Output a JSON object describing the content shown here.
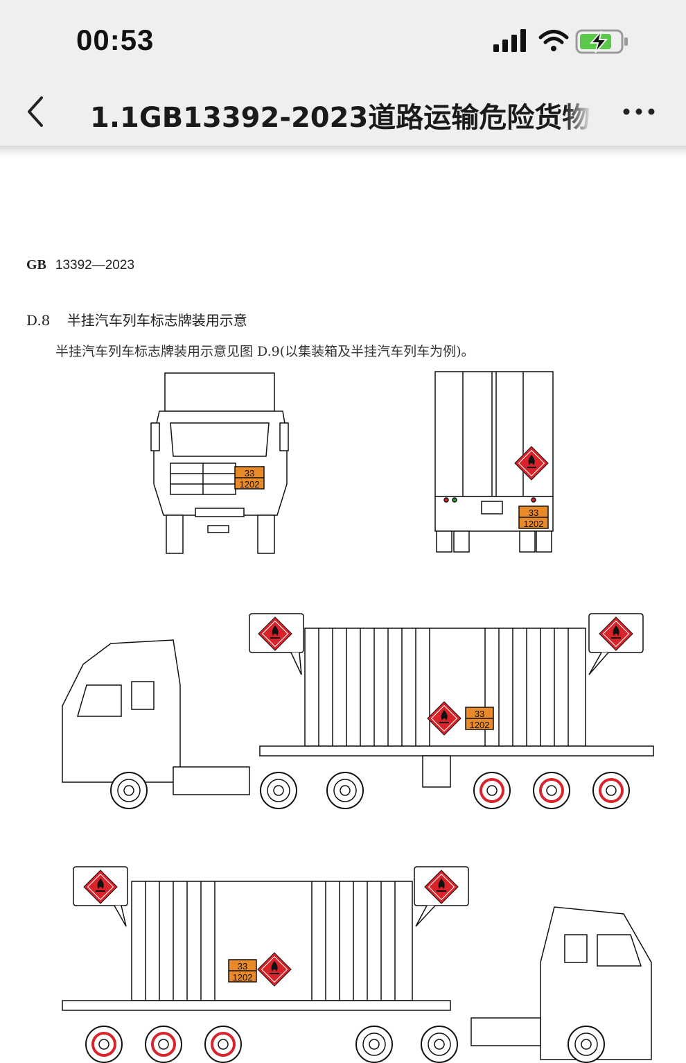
{
  "status_bar": {
    "time": "00:53",
    "battery_color": "#5ac849"
  },
  "nav": {
    "back_icon": "chevron-left-icon",
    "title": "1.1GB13392-2023道路运输危险货物",
    "more_icon": "more-horizontal-icon"
  },
  "document": {
    "header_code": "GB",
    "header_number": "13392—2023",
    "section_number": "D.8",
    "section_title": "半挂汽车列车标志牌装用示意",
    "section_text": "半挂汽车列车标志牌装用示意见图 D.9(以集装箱及半挂汽车列车为例)。"
  },
  "placard": {
    "hazard_number": "33",
    "un_number": "1202",
    "orange": "#e8892a",
    "red": "#d9232a"
  }
}
